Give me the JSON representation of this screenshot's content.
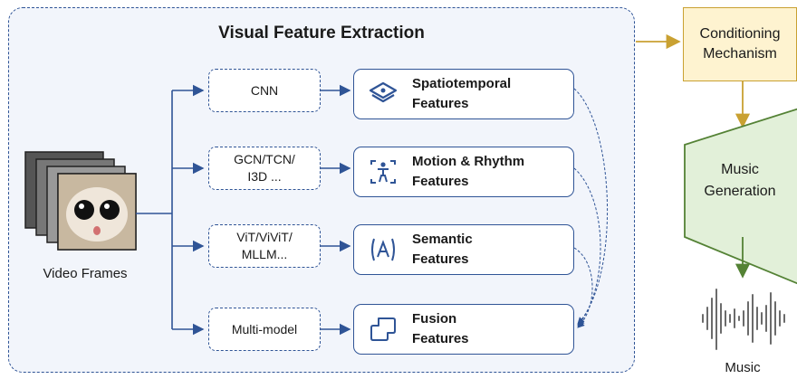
{
  "extraction": {
    "title": "Visual Feature Extraction",
    "input_label": "Video Frames"
  },
  "models": [
    {
      "label": "CNN"
    },
    {
      "label": "GCN/TCN/\nI3D ..."
    },
    {
      "label": "ViT/ViViT/\nMLLM..."
    },
    {
      "label": "Multi-model"
    }
  ],
  "features": [
    {
      "label": "Spatiotemporal\nFeatures",
      "icon": "layers-icon"
    },
    {
      "label": "Motion & Rhythm\nFeatures",
      "icon": "person-motion-icon"
    },
    {
      "label": "Semantic\nFeatures",
      "icon": "bracket-a-icon"
    },
    {
      "label": "Fusion\nFeatures",
      "icon": "overlap-squares-icon"
    }
  ],
  "conditioning": {
    "label": "Conditioning\nMechanism"
  },
  "generation": {
    "label": "Music\nGeneration"
  },
  "output": {
    "label": "Music",
    "icon": "waveform-icon"
  },
  "colors": {
    "extraction_border": "#2f5496",
    "extraction_fill": "#f2f5fb",
    "conditioning_fill": "#fef3d0",
    "conditioning_border": "#c9a132",
    "generation_fill": "#e2f0d9",
    "generation_border": "#548235"
  }
}
